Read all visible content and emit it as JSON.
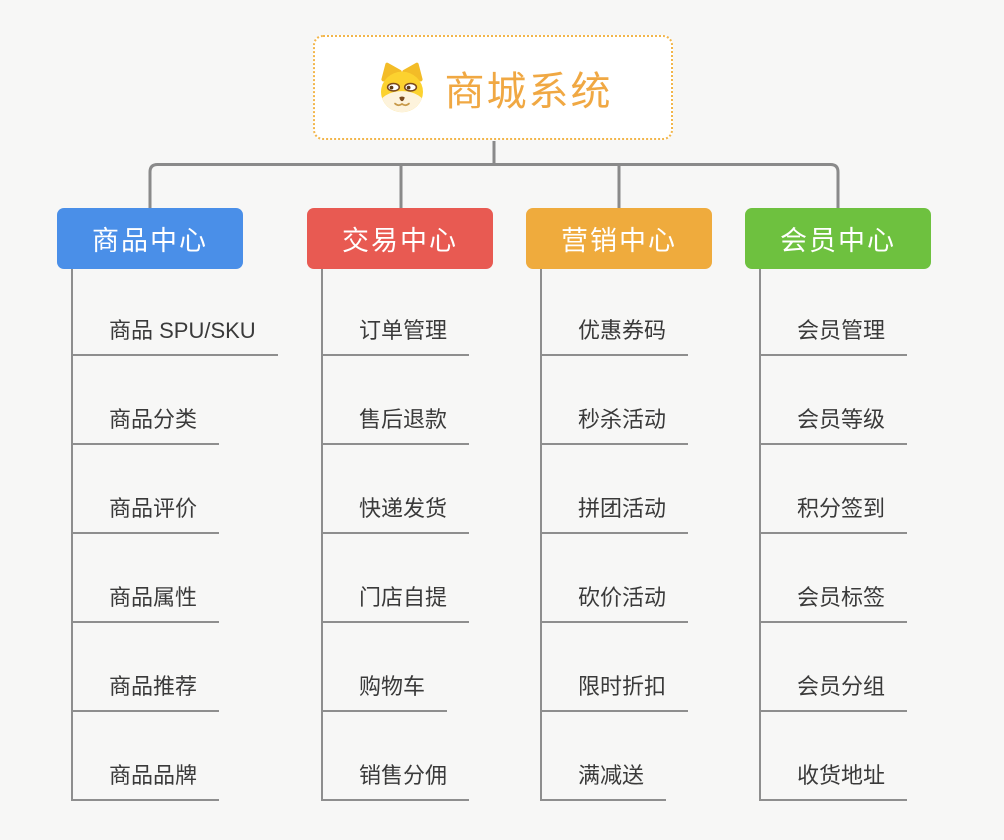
{
  "root": {
    "title": "商城系统",
    "icon": "dog-face-icon"
  },
  "branches": [
    {
      "label": "商品中心",
      "color": "#4a8fe8",
      "children": [
        "商品 SPU/SKU",
        "商品分类",
        "商品评价",
        "商品属性",
        "商品推荐",
        "商品品牌"
      ]
    },
    {
      "label": "交易中心",
      "color": "#e85a52",
      "children": [
        "订单管理",
        "售后退款",
        "快递发货",
        "门店自提",
        "购物车",
        "销售分佣"
      ]
    },
    {
      "label": "营销中心",
      "color": "#efab3d",
      "children": [
        "优惠券码",
        "秒杀活动",
        "拼团活动",
        "砍价活动",
        "限时折扣",
        "满减送"
      ]
    },
    {
      "label": "会员中心",
      "color": "#6ec13f",
      "children": [
        "会员管理",
        "会员等级",
        "积分签到",
        "会员标签",
        "会员分组",
        "收货地址"
      ]
    }
  ],
  "colors": {
    "background": "#f7f7f6",
    "connector": "#8a8a8a",
    "underline": "#8e8e8e",
    "root_border": "#f2b64b",
    "root_text": "#f0a843",
    "leaf_text": "#3a3a3a"
  }
}
